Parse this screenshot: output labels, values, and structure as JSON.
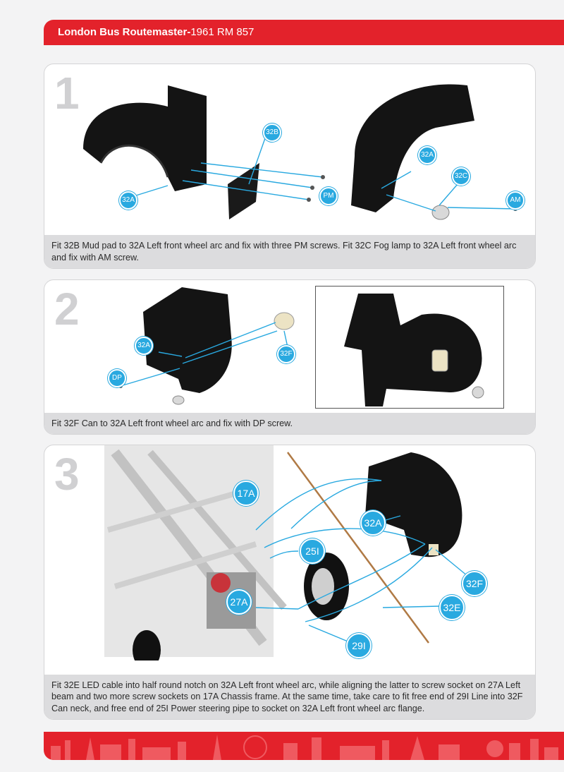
{
  "header": {
    "title_bold": "London Bus Routemaster-",
    "title_rest": "1961 RM 857"
  },
  "steps": [
    {
      "number": "1",
      "caption": "Fit 32B Mud pad to 32A Left front wheel arc and fix with three PM screws. Fit 32C Fog lamp to 32A Left front wheel arc and fix with AM screw.",
      "callouts": [
        "32B",
        "32A",
        "PM",
        "32A",
        "32C",
        "AM"
      ]
    },
    {
      "number": "2",
      "caption": "Fit 32F Can to 32A Left front wheel arc and fix with DP screw.",
      "callouts": [
        "32A",
        "32F",
        "DP"
      ]
    },
    {
      "number": "3",
      "caption": "Fit 32E LED cable into half round notch on 32A Left front wheel arc, while aligning the latter to screw socket on 27A Left beam and two more screw sockets on 17A Chassis frame. At the same time, take care to fit free end of 29I Line into 32F Can neck, and free end of 25I Power steering pipe to socket on 32A Left front wheel arc flange.",
      "callouts": [
        "17A",
        "32A",
        "25I",
        "32F",
        "27A",
        "32E",
        "29I"
      ]
    }
  ],
  "colors": {
    "brand_red": "#e3222b",
    "callout_blue": "#29a9e0"
  }
}
